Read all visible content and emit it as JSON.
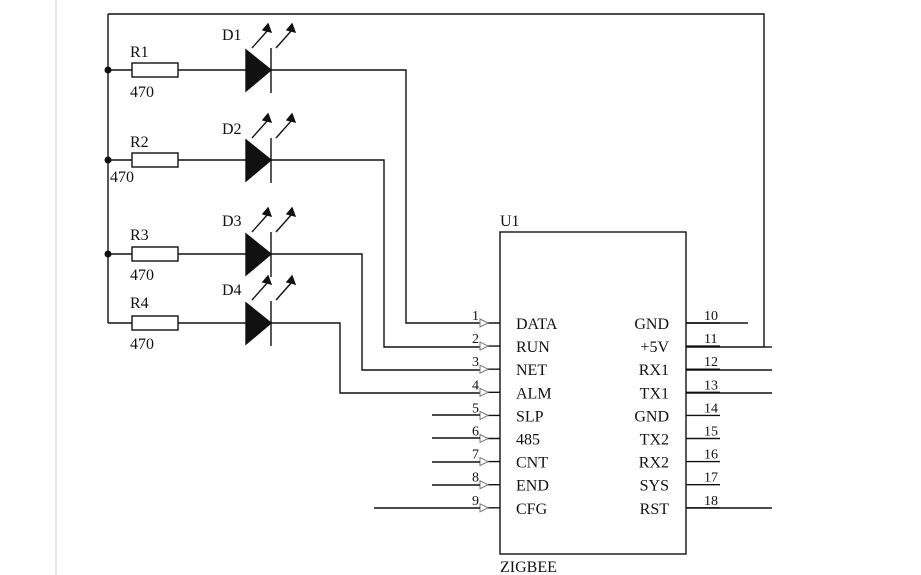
{
  "schematic": {
    "resistors": [
      {
        "ref": "R1",
        "value": "470"
      },
      {
        "ref": "R2",
        "value": "470"
      },
      {
        "ref": "R3",
        "value": "470"
      },
      {
        "ref": "R4",
        "value": "470"
      }
    ],
    "leds": [
      {
        "ref": "D1"
      },
      {
        "ref": "D2"
      },
      {
        "ref": "D3"
      },
      {
        "ref": "D4"
      }
    ],
    "chip": {
      "ref": "U1",
      "name": "ZIGBEE",
      "left_pins": [
        {
          "num": "1",
          "name": "DATA"
        },
        {
          "num": "2",
          "name": "RUN"
        },
        {
          "num": "3",
          "name": "NET"
        },
        {
          "num": "4",
          "name": "ALM"
        },
        {
          "num": "5",
          "name": "SLP"
        },
        {
          "num": "6",
          "name": "485"
        },
        {
          "num": "7",
          "name": "CNT"
        },
        {
          "num": "8",
          "name": "END"
        },
        {
          "num": "9",
          "name": "CFG"
        }
      ],
      "right_pins": [
        {
          "num": "10",
          "name": "GND"
        },
        {
          "num": "11",
          "name": "+5V"
        },
        {
          "num": "12",
          "name": "RX1"
        },
        {
          "num": "13",
          "name": "TX1"
        },
        {
          "num": "14",
          "name": "GND"
        },
        {
          "num": "15",
          "name": "TX2"
        },
        {
          "num": "16",
          "name": "RX2"
        },
        {
          "num": "17",
          "name": "SYS"
        },
        {
          "num": "18",
          "name": "RST"
        }
      ]
    }
  }
}
